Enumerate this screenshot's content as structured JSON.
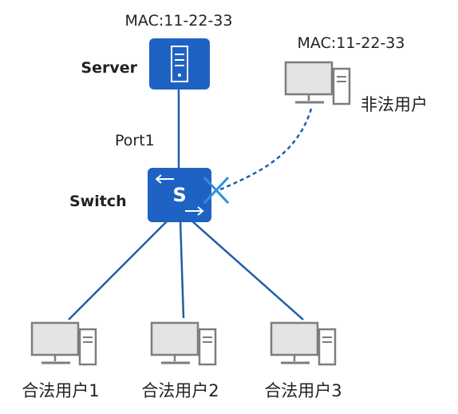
{
  "server": {
    "mac": "MAC:11-22-33",
    "label": "Server"
  },
  "switch": {
    "label": "Switch",
    "symbol": "S",
    "port_label": "Port1"
  },
  "illegal_user": {
    "mac": "MAC:11-22-33",
    "label": "非法用户"
  },
  "legal_users": [
    {
      "label": "合法用户1"
    },
    {
      "label": "合法用户2"
    },
    {
      "label": "合法用户3"
    }
  ],
  "colors": {
    "link": "#1f5fa8",
    "device_blue": "#1e63c4",
    "blocked_x": "#2f8fe0",
    "computer_gray": "#7d7d7d",
    "computer_screen": "#e4e4e4"
  }
}
